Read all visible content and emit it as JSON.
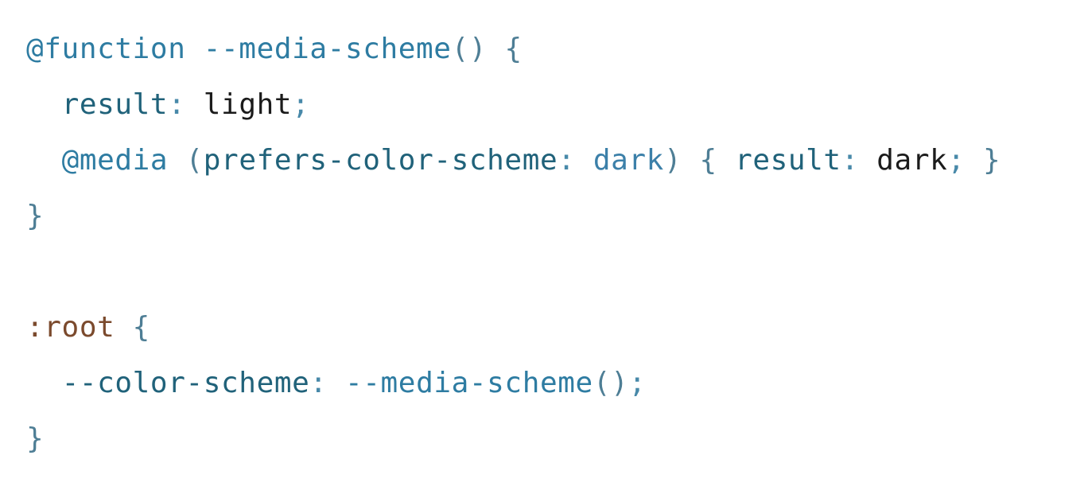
{
  "code": {
    "language": "css",
    "source": "@function --media-scheme() {\n  result: light;\n  @media (prefers-color-scheme: dark) { result: dark; }\n}\n\n:root {\n  --color-scheme: --media-scheme();\n}",
    "colors": {
      "background": "#ffffff",
      "keyword": "#2e7ca2",
      "property": "#20627a",
      "brace": "#4e7e95",
      "punct": "#4889a9",
      "value": "#1b1b1b",
      "value_media": "#3c80a9",
      "selector": "#7b4a2d",
      "plain": "#1b1b1b"
    },
    "lines": [
      {
        "tokens": [
          {
            "t": "@function",
            "s": "kw"
          },
          {
            "t": " ",
            "s": "pl"
          },
          {
            "t": "--media-scheme",
            "s": "kw"
          },
          {
            "t": "()",
            "s": "br"
          },
          {
            "t": " ",
            "s": "pl"
          },
          {
            "t": "{",
            "s": "br"
          }
        ]
      },
      {
        "tokens": [
          {
            "t": "  ",
            "s": "pl"
          },
          {
            "t": "result",
            "s": "prop"
          },
          {
            "t": ":",
            "s": "pc"
          },
          {
            "t": " ",
            "s": "pl"
          },
          {
            "t": "light",
            "s": "val"
          },
          {
            "t": ";",
            "s": "pc"
          }
        ]
      },
      {
        "tokens": [
          {
            "t": "  ",
            "s": "pl"
          },
          {
            "t": "@media",
            "s": "kw"
          },
          {
            "t": " ",
            "s": "pl"
          },
          {
            "t": "(",
            "s": "br"
          },
          {
            "t": "prefers-color-scheme",
            "s": "prop"
          },
          {
            "t": ":",
            "s": "pc"
          },
          {
            "t": " ",
            "s": "pl"
          },
          {
            "t": "dark",
            "s": "valblue"
          },
          {
            "t": ")",
            "s": "br"
          },
          {
            "t": " ",
            "s": "pl"
          },
          {
            "t": "{",
            "s": "br"
          },
          {
            "t": " ",
            "s": "pl"
          },
          {
            "t": "result",
            "s": "prop"
          },
          {
            "t": ":",
            "s": "pc"
          },
          {
            "t": " ",
            "s": "pl"
          },
          {
            "t": "dark",
            "s": "val"
          },
          {
            "t": ";",
            "s": "pc"
          },
          {
            "t": " ",
            "s": "pl"
          },
          {
            "t": "}",
            "s": "br"
          }
        ]
      },
      {
        "tokens": [
          {
            "t": "}",
            "s": "br"
          }
        ]
      },
      {
        "tokens": []
      },
      {
        "tokens": [
          {
            "t": ":root",
            "s": "sel"
          },
          {
            "t": " ",
            "s": "pl"
          },
          {
            "t": "{",
            "s": "br"
          }
        ]
      },
      {
        "tokens": [
          {
            "t": "  ",
            "s": "pl"
          },
          {
            "t": "--color-scheme",
            "s": "prop"
          },
          {
            "t": ":",
            "s": "pc"
          },
          {
            "t": " ",
            "s": "pl"
          },
          {
            "t": "--media-scheme",
            "s": "kw"
          },
          {
            "t": "()",
            "s": "br"
          },
          {
            "t": ";",
            "s": "pc"
          }
        ]
      },
      {
        "tokens": [
          {
            "t": "}",
            "s": "br"
          }
        ]
      }
    ]
  }
}
